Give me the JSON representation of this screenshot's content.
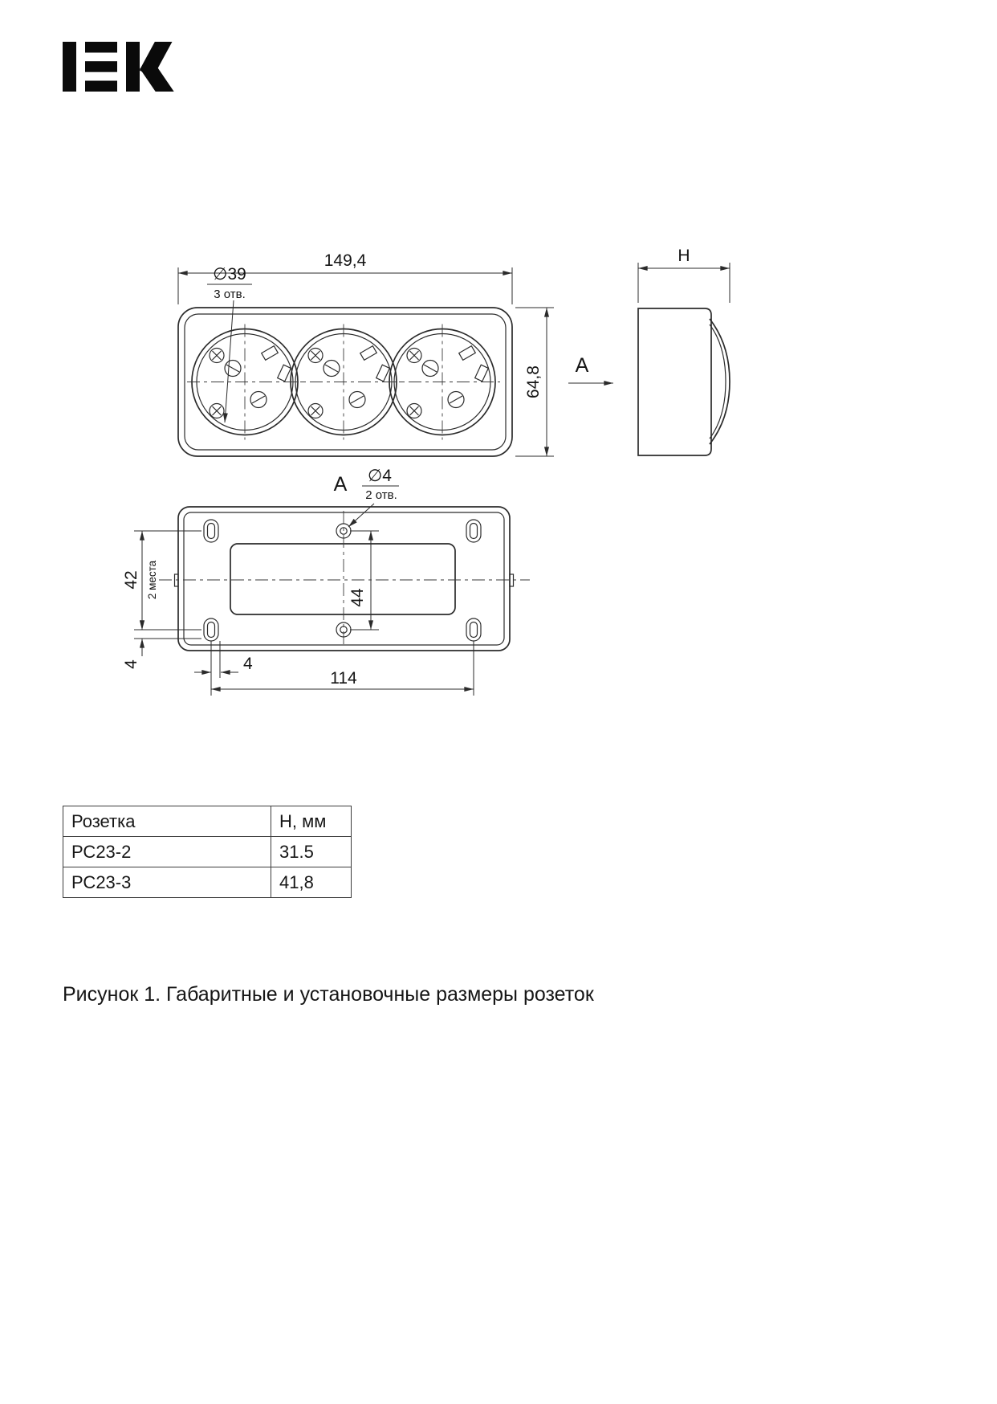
{
  "logo": {
    "text": "IEK"
  },
  "front_view": {
    "dim_width": "149,4",
    "dim_height": "64,8",
    "hole_label": "∅39",
    "hole_note": "3 отв.",
    "view_label": "A"
  },
  "side_view": {
    "dim_depth": "H"
  },
  "bottom_view": {
    "view_label": "A",
    "hole_label": "∅4",
    "hole_note": "2 отв.",
    "dim_slot_spacing_v": "42",
    "dim_slot_note": "2 места",
    "dim_hole_spacing_v": "44",
    "dim_offset_v": "4",
    "dim_offset_h": "4",
    "dim_slot_spacing_h": "114"
  },
  "table": {
    "headers": [
      "Розетка",
      "Н, мм"
    ],
    "rows": [
      [
        "РС23-2",
        "31.5"
      ],
      [
        "РС23-3",
        "41,8"
      ]
    ]
  },
  "caption": "Рисунок 1. Габаритные и установочные размеры розеток",
  "colors": {
    "line": "#2b2b2b",
    "text": "#141414"
  }
}
